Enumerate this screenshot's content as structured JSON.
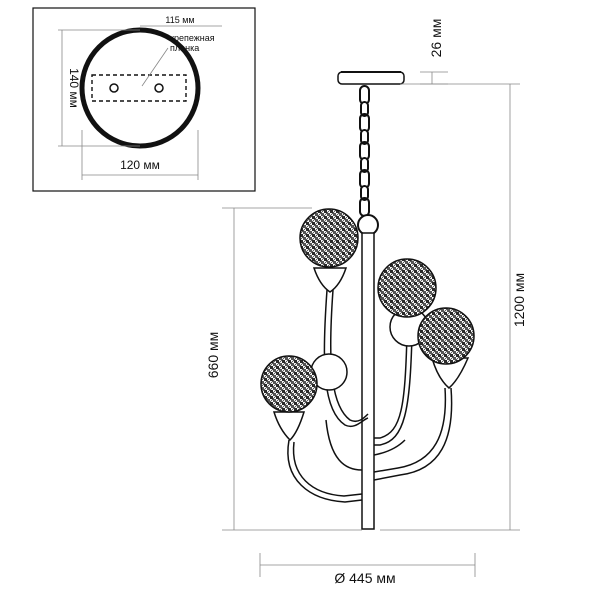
{
  "inset": {
    "mount_width_label": "115 мм",
    "mount_note_line1": "крепежная",
    "mount_note_line2": "планка",
    "height_label": "140 мм",
    "width_label": "120 мм"
  },
  "dimensions": {
    "canopy_height": "26 мм",
    "total_height": "1200 мм",
    "body_height": "660 мм",
    "diameter": "Ø 445 мм"
  }
}
